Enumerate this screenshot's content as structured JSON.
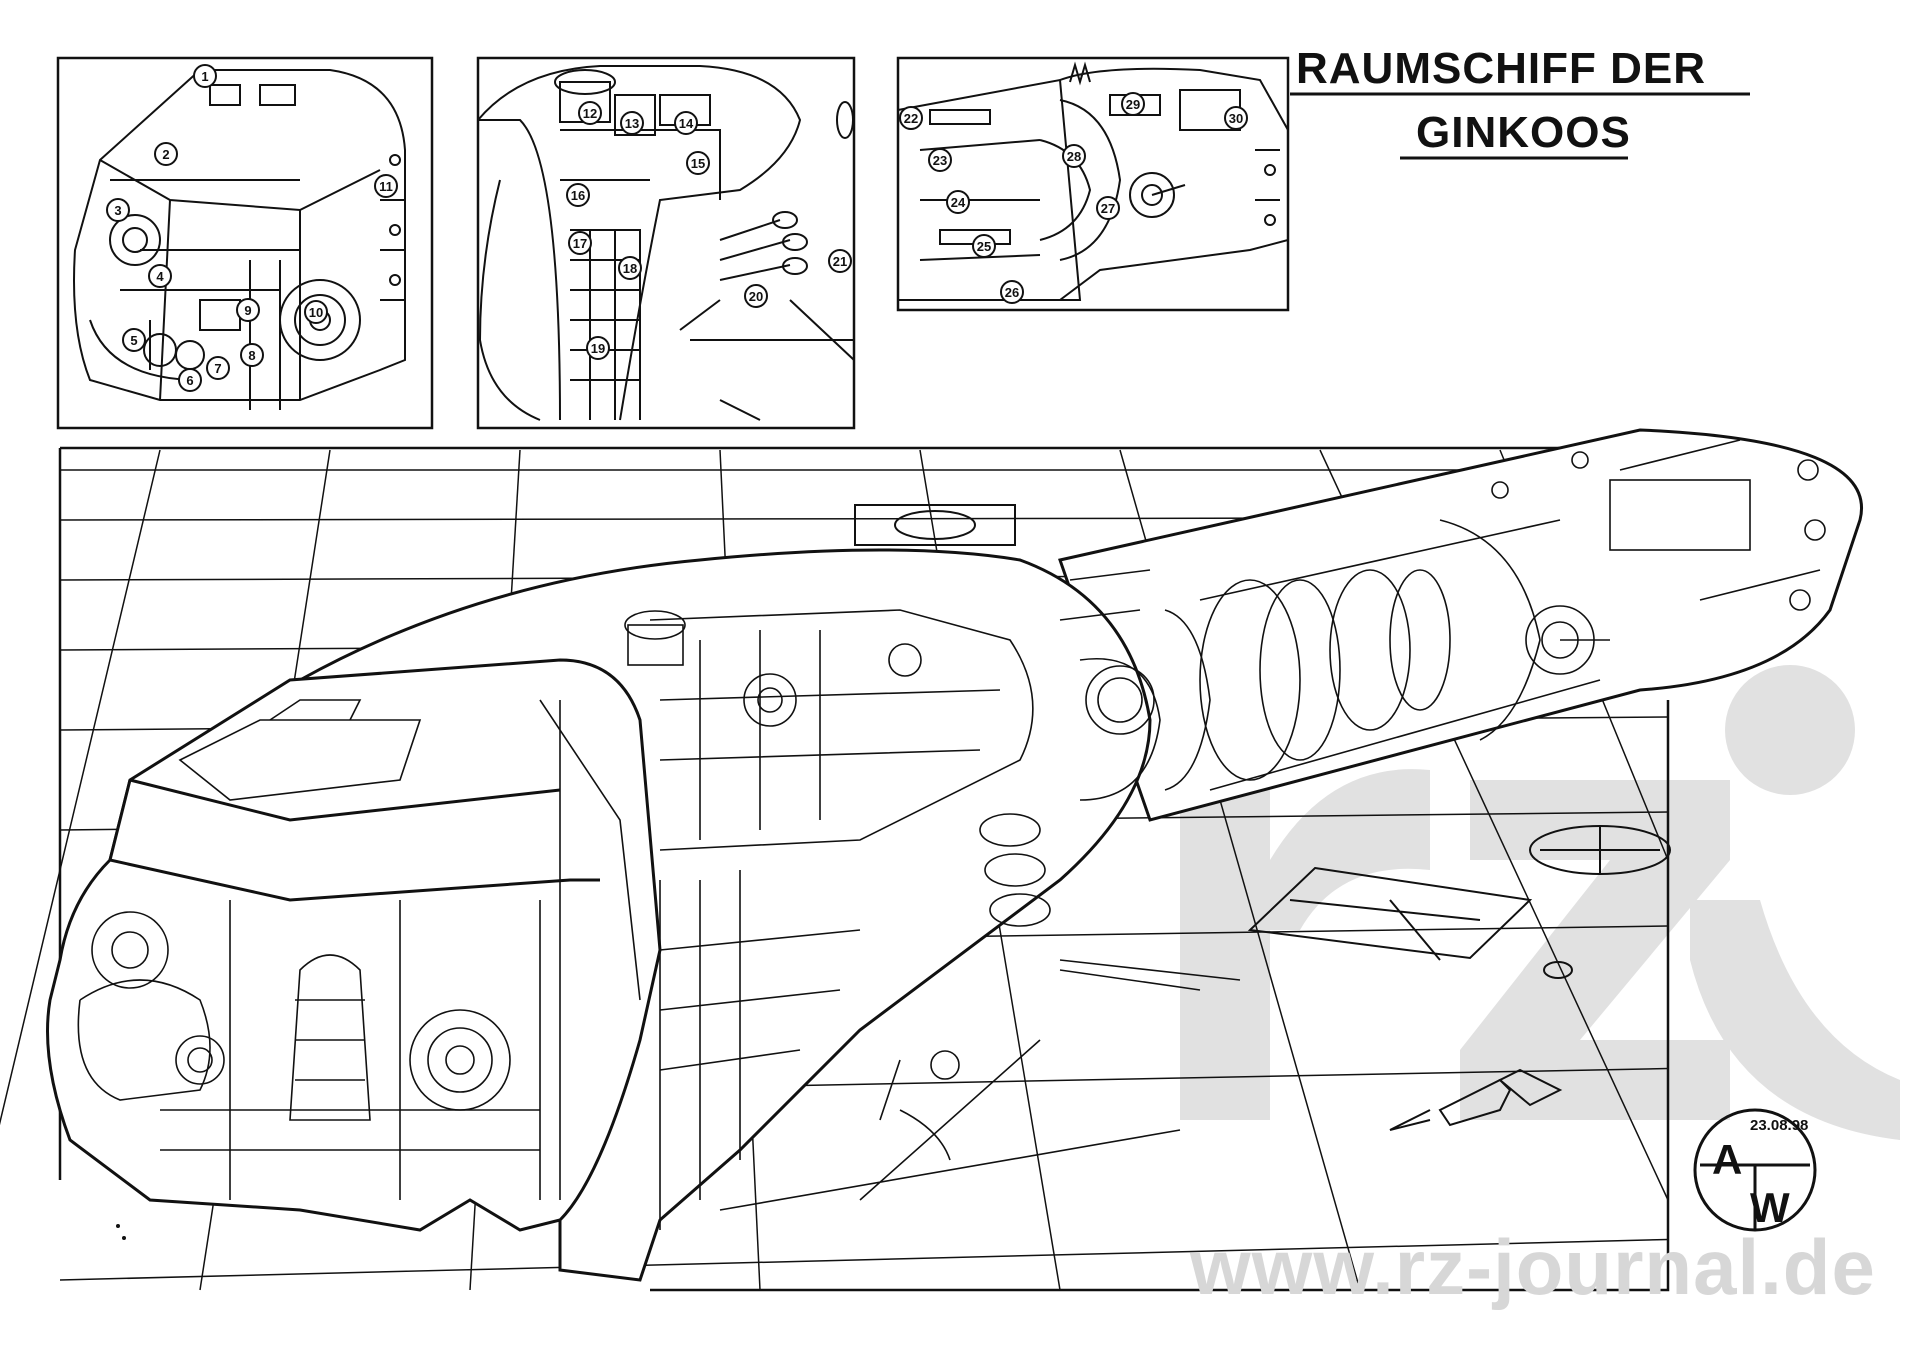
{
  "title": {
    "line1": "RAUMSCHIFF   DER",
    "line2": "GINKOOS"
  },
  "stamp": {
    "date": "23.08.98",
    "letter_top": "A",
    "letter_bottom": "W"
  },
  "watermark": {
    "text": "www.rz-journal.de",
    "logo": "rz"
  },
  "callouts": [
    "1",
    "2",
    "3",
    "4",
    "5",
    "6",
    "7",
    "8",
    "9",
    "10",
    "11",
    "12",
    "13",
    "14",
    "15",
    "16",
    "17",
    "18",
    "19",
    "20",
    "21",
    "22",
    "23",
    "24",
    "25",
    "26",
    "27",
    "28",
    "29",
    "30"
  ],
  "colors": {
    "ink": "#111111",
    "paper": "#ffffff",
    "watermark": "#d7d7d7"
  }
}
